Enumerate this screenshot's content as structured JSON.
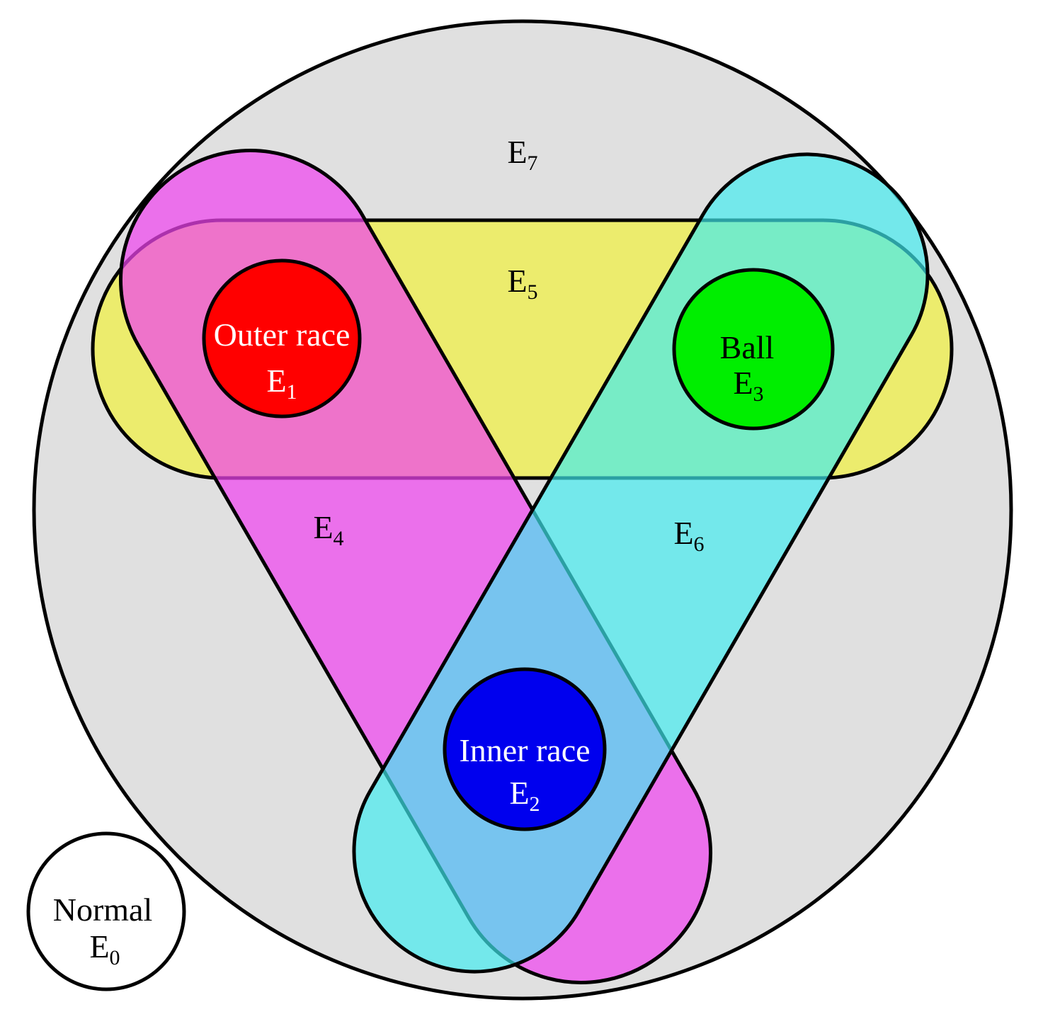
{
  "colors": {
    "background": "#ffffff",
    "outline": "#000000",
    "universe_fill": "#e0e0e0",
    "magenta": "#ee44ee",
    "yellow": "#f0f040",
    "cyan": "#40ecf0",
    "outer_race": "#ff0000",
    "ball": "#00ee00",
    "inner_race": "#0000ee",
    "normal_fill": "#ffffff"
  },
  "labels": {
    "e7": {
      "letter": "E",
      "sub": "7"
    },
    "e5": {
      "letter": "E",
      "sub": "5"
    },
    "e4": {
      "letter": "E",
      "sub": "4"
    },
    "e6": {
      "letter": "E",
      "sub": "6"
    },
    "outer_race": {
      "name": "Outer race",
      "letter": "E",
      "sub": "1"
    },
    "ball": {
      "name": "Ball",
      "letter": "E",
      "sub": "3"
    },
    "inner_race": {
      "name": "Inner race",
      "letter": "E",
      "sub": "2"
    },
    "normal": {
      "name": "Normal",
      "letter": "E",
      "sub": "0"
    }
  }
}
